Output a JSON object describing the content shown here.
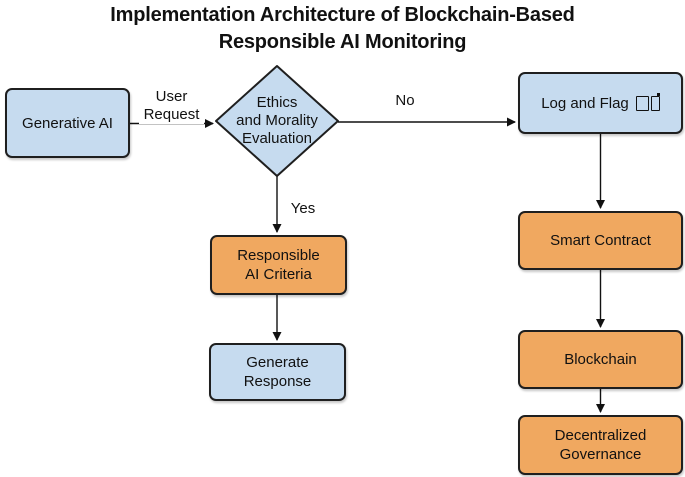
{
  "title": {
    "line1": "Implementation Architecture of Blockchain-Based",
    "line2": "Responsible AI Monitoring"
  },
  "diagram_type": "flowchart",
  "colors": {
    "node_blue": "#C6DBEF",
    "node_orange": "#F0A860",
    "border": "#1F1F1F",
    "arrow": "#111111",
    "background": "#FFFFFF"
  },
  "nodes": {
    "generative_ai": {
      "label": "Generative AI",
      "shape": "rounded-rect",
      "color": "#C6DBEF"
    },
    "ethics_evaluation": {
      "lines": [
        "Ethics",
        "and Morality",
        "Evaluation"
      ],
      "shape": "diamond",
      "color": "#C6DBEF"
    },
    "log_and_flag": {
      "label": "Log and Flag",
      "suffix_icon": "missing-glyph-boxes",
      "shape": "rounded-rect",
      "color": "#C6DBEF"
    },
    "smart_contract": {
      "label": "Smart Contract",
      "shape": "rounded-rect",
      "color": "#F0A860"
    },
    "blockchain": {
      "label": "Blockchain",
      "shape": "rounded-rect",
      "color": "#F0A860"
    },
    "decentralized_governance": {
      "lines": [
        "Decentralized",
        "Governance"
      ],
      "shape": "rounded-rect",
      "color": "#F0A860"
    },
    "responsible_ai_criteria": {
      "lines": [
        "Responsible",
        "AI Criteria"
      ],
      "shape": "rounded-rect",
      "color": "#F0A860"
    },
    "generate_response": {
      "lines": [
        "Generate",
        "Response"
      ],
      "shape": "rounded-rect",
      "color": "#C6DBEF"
    }
  },
  "edges": {
    "user_request": {
      "from": "generative_ai",
      "to": "ethics_evaluation",
      "label_lines": [
        "User",
        "Request"
      ]
    },
    "no": {
      "from": "ethics_evaluation",
      "to": "log_and_flag",
      "label": "No"
    },
    "yes": {
      "from": "ethics_evaluation",
      "to": "responsible_ai_criteria",
      "label": "Yes"
    },
    "log_to_smart_contract": {
      "from": "log_and_flag",
      "to": "smart_contract",
      "label": ""
    },
    "smart_contract_to_blockchain": {
      "from": "smart_contract",
      "to": "blockchain",
      "label": ""
    },
    "blockchain_to_governance": {
      "from": "blockchain",
      "to": "decentralized_governance",
      "label": ""
    },
    "criteria_to_response": {
      "from": "responsible_ai_criteria",
      "to": "generate_response",
      "label": ""
    }
  }
}
